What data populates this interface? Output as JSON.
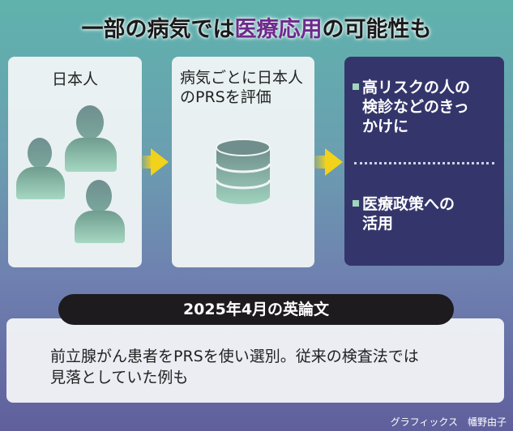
{
  "title": {
    "part1": "一部の病気では",
    "highlight": "医療応用",
    "part2": "の可能性も"
  },
  "box1": {
    "label": "日本人"
  },
  "box2": {
    "label_line1": "病気ごとに日本人",
    "label_line2": "のPRSを評価"
  },
  "box3": {
    "items": [
      {
        "line1": "高リスクの人の",
        "line2": "検診などのきっ",
        "line3": "かけに"
      },
      {
        "line1": "医療政策への",
        "line2": "活用"
      }
    ]
  },
  "paper": {
    "heading": "2025年4月の英論文",
    "line1": "前立腺がん患者をPRSを使い選別。従来の検査法では",
    "line2": "見落としていた例も"
  },
  "credit": "グラフィックス　幡野由子",
  "colors": {
    "highlight": "#6e2a8c",
    "panel": "#34366b",
    "arrow": "#f2d21a"
  }
}
